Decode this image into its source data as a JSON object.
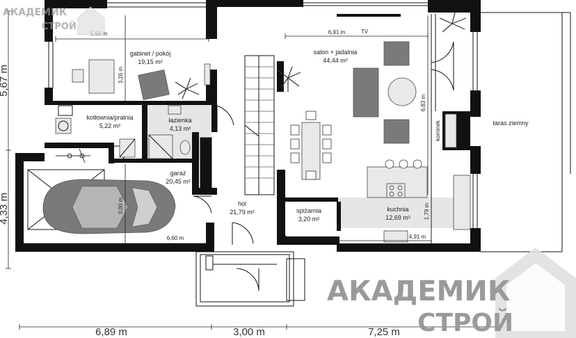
{
  "rooms": {
    "gabinet": {
      "name": "gabinet / pokój",
      "area": "19,15 m²"
    },
    "salon": {
      "name": "salon + jadalnia",
      "area": "44,44 m²"
    },
    "kotlownia": {
      "name": "kotłownia/pralnia",
      "area": "5,22 m²"
    },
    "lazienka": {
      "name": "łazienka",
      "area": "4,13 m²"
    },
    "garaz": {
      "name": "garaż",
      "area": "20,45 m²"
    },
    "hol": {
      "name": "hol",
      "area": "21,79 m²"
    },
    "spizarnia": {
      "name": "spiżarnia",
      "area": "3,20 m²"
    },
    "kuchnia": {
      "name": "kuchnia",
      "area": "12,69 m²"
    },
    "taras": {
      "name": "taras ziemny"
    }
  },
  "labels": {
    "tv": "TV",
    "kominek": "kominek"
  },
  "dimensions": {
    "gabinet_width": "5,66 m",
    "gabinet_depth": "3,26 m",
    "salon_width": "6,91 m",
    "salon_depth": "6,83 m",
    "garage_width": "6,60 m",
    "garage_depth": "3,00 m",
    "kitchen_width": "4,91 m",
    "kitchen_depth": "1,79 m",
    "left_upper": "5,67 m",
    "left_lower": "4,33 m",
    "bottom_left": "6,89 m",
    "bottom_mid": "3,00 m",
    "bottom_right": "7,25 m"
  },
  "watermark": {
    "logo_top": "АКАДЕМИК",
    "logo_bottom": "СТРОЙ",
    "big_top": "АКАДЕМИК",
    "big_bottom": "СТРОЙ"
  }
}
